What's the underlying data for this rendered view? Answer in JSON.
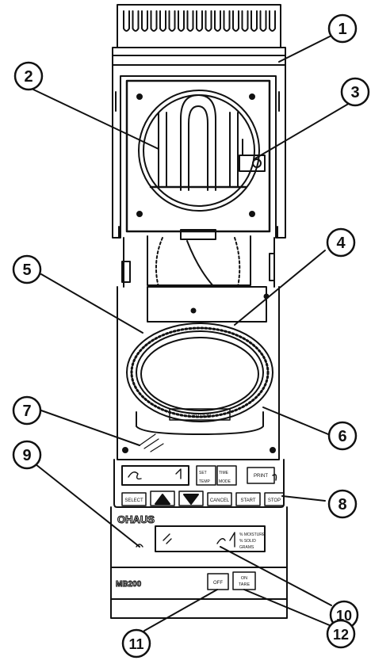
{
  "callouts": [
    "1",
    "2",
    "3",
    "4",
    "5",
    "6",
    "7",
    "8",
    "9",
    "10",
    "11",
    "12"
  ],
  "device": {
    "brand": "OHAUS",
    "model": "MB200",
    "caution_label": "CAUTION"
  },
  "keypad": {
    "select": "SELECT",
    "up_icon": "up-triangle-icon",
    "down_icon": "down-triangle-icon",
    "cancel": "CANCEL",
    "start": "START",
    "stop": "STOP",
    "print": "PRINT",
    "sub_labels": [
      "SET",
      "TIME",
      "TEMP",
      "MODE"
    ]
  },
  "lower_panel": {
    "display_legend": [
      "% MOISTURE",
      "% SOLID",
      "GRAMS"
    ],
    "off": "OFF",
    "on_tare": [
      "ON",
      "TARE"
    ]
  },
  "colors": {
    "ink": "#111111",
    "paper": "#ffffff",
    "shade": "#d8d8d8"
  }
}
